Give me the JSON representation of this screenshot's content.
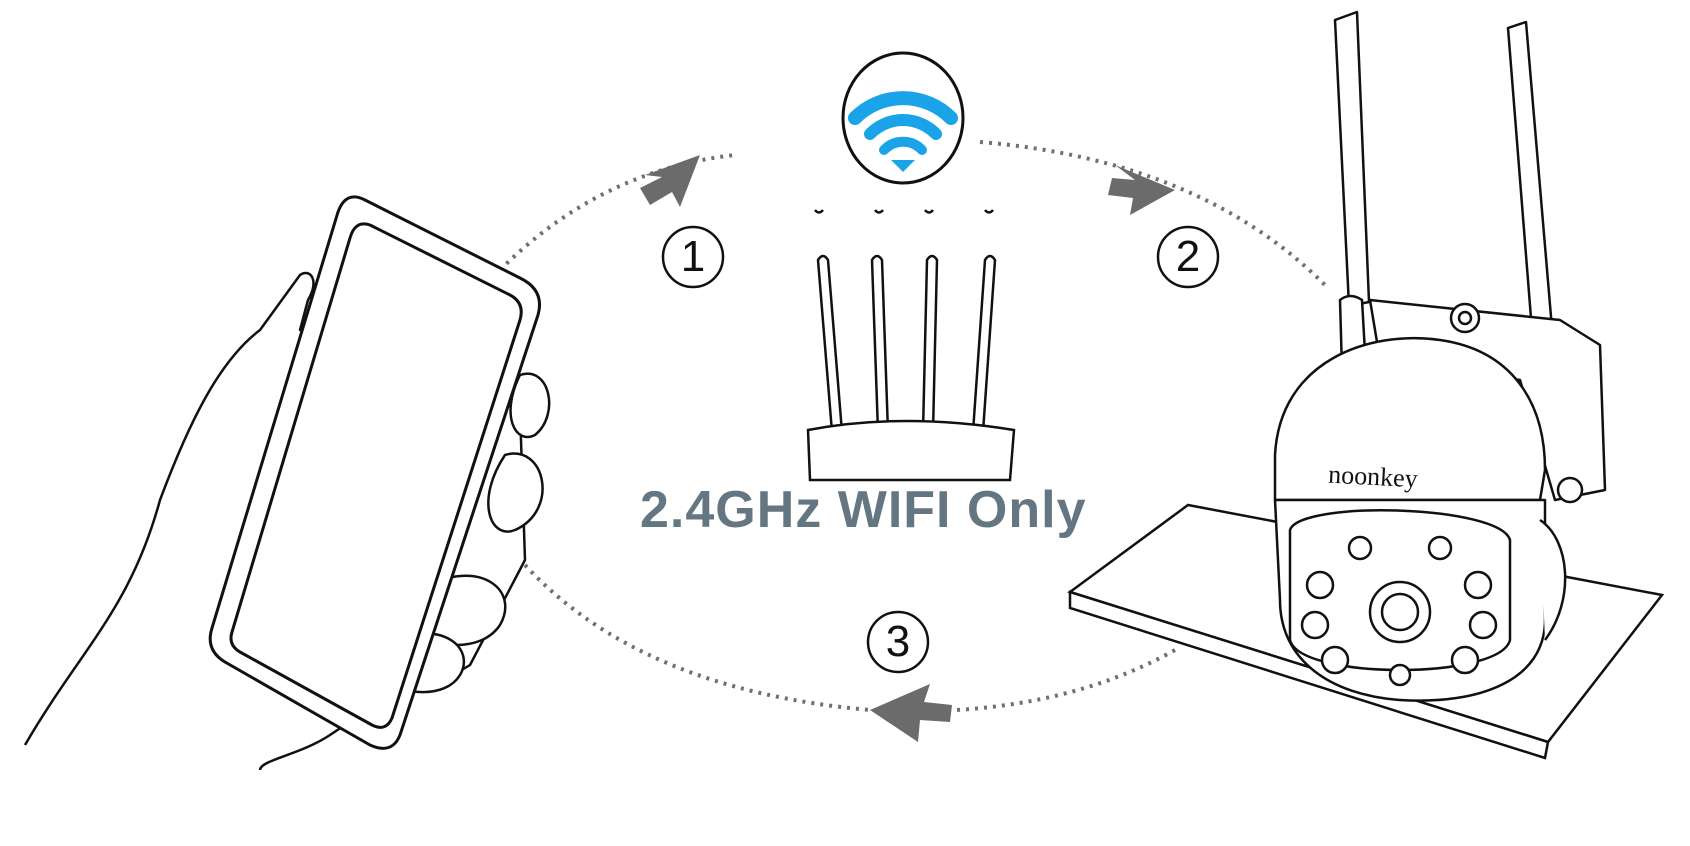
{
  "headline": "2.4GHz WIFI Only",
  "steps": {
    "one": "1",
    "two": "2",
    "three": "3"
  },
  "camera": {
    "brand": "noonkey"
  },
  "colors": {
    "wifi_blue": "#1aa3e8",
    "arrow_gray": "#6b6b6b",
    "headline_gray": "#647681"
  },
  "icons": [
    "phone-icon",
    "hand-icon",
    "wifi-icon",
    "router-icon",
    "camera-icon",
    "arrow-icon"
  ]
}
